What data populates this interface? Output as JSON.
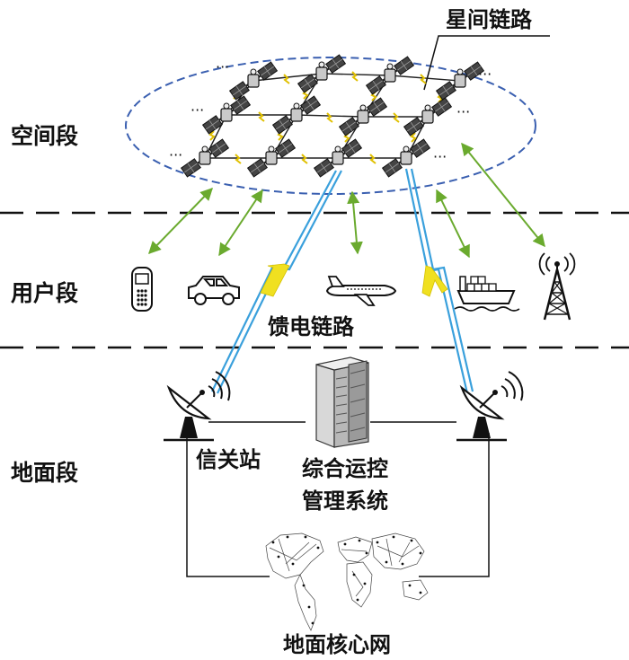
{
  "segments": {
    "space": "空间段",
    "user": "用户段",
    "ground": "地面段"
  },
  "labels": {
    "isl": "星间链路",
    "feeder": "馈电链路",
    "gateway": "信关站",
    "ops_line1": "综合运控",
    "ops_line2": "管理系统",
    "core": "地面核心网",
    "dots": "···"
  },
  "icons": {
    "satellite": "satellite-icon",
    "phone": "mobile-phone-icon",
    "car": "car-icon",
    "airplane": "airplane-icon",
    "ship": "cargo-ship-icon",
    "tower": "radio-tower-icon",
    "dish": "satellite-dish-icon",
    "server": "server-rack-icon",
    "map": "world-map-icon"
  },
  "colors": {
    "ellipse": "#3a5fb0",
    "user_link": "#6aaa2e",
    "feeder_link": "#3aa0dc",
    "lightning": "#f0e020",
    "isl_bolt": "#e0c000",
    "text": "#111111"
  }
}
